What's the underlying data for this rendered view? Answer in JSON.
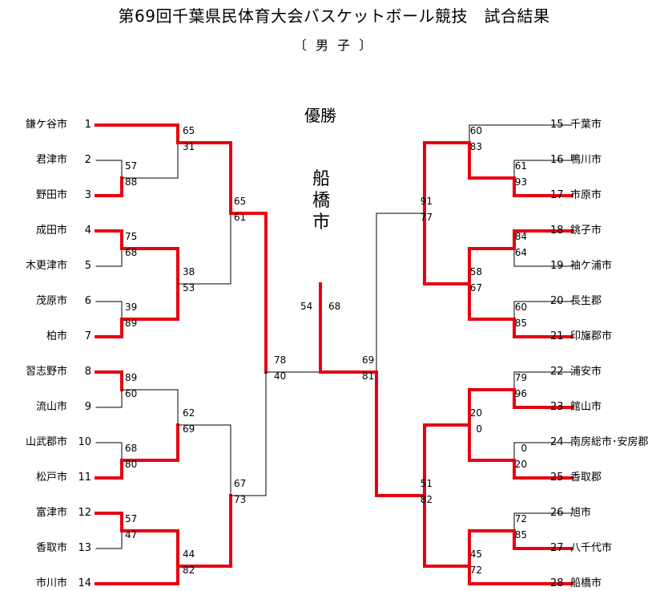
{
  "header": {
    "title": "第69回千葉県民体育大会バスケットボール競技　試合結果",
    "subtitle": "〔 男 子 〕"
  },
  "champion": {
    "label": "優勝",
    "name": "船\n橋\n市"
  },
  "teams_left": [
    {
      "seed": "1",
      "name": "鎌ケ谷市"
    },
    {
      "seed": "2",
      "name": "君津市"
    },
    {
      "seed": "3",
      "name": "野田市"
    },
    {
      "seed": "4",
      "name": "成田市"
    },
    {
      "seed": "5",
      "name": "木更津市"
    },
    {
      "seed": "6",
      "name": "茂原市"
    },
    {
      "seed": "7",
      "name": "柏市"
    },
    {
      "seed": "8",
      "name": "習志野市"
    },
    {
      "seed": "9",
      "name": "流山市"
    },
    {
      "seed": "10",
      "name": "山武郡市"
    },
    {
      "seed": "11",
      "name": "松戸市"
    },
    {
      "seed": "12",
      "name": "富津市"
    },
    {
      "seed": "13",
      "name": "香取市"
    },
    {
      "seed": "14",
      "name": "市川市"
    }
  ],
  "teams_right": [
    {
      "seed": "15",
      "name": "千葉市"
    },
    {
      "seed": "16",
      "name": "鴨川市"
    },
    {
      "seed": "17",
      "name": "市原市"
    },
    {
      "seed": "18",
      "name": "銚子市"
    },
    {
      "seed": "19",
      "name": "袖ケ浦市"
    },
    {
      "seed": "20",
      "name": "長生郡"
    },
    {
      "seed": "21",
      "name": "印旛郡市"
    },
    {
      "seed": "22",
      "name": "浦安市"
    },
    {
      "seed": "23",
      "name": "館山市"
    },
    {
      "seed": "24",
      "name": "南房総市･安房郡"
    },
    {
      "seed": "25",
      "name": "香取郡"
    },
    {
      "seed": "26",
      "name": "旭市"
    },
    {
      "seed": "27",
      "name": "八千代市"
    },
    {
      "seed": "28",
      "name": "船橋市"
    }
  ],
  "scores": {
    "l_2_3_top": "57",
    "l_2_3_bot": "88",
    "l_4_5_top": "75",
    "l_4_5_bot": "68",
    "l_6_7_top": "39",
    "l_6_7_bot": "89",
    "l_8_9_top": "89",
    "l_8_9_bot": "60",
    "l_10_11_top": "68",
    "l_10_11_bot": "80",
    "l_12_13_top": "57",
    "l_12_13_bot": "47",
    "l_r2a_top": "65",
    "l_r2a_bot": "31",
    "l_r2b_top": "38",
    "l_r2b_bot": "53",
    "l_r2c_top": "62",
    "l_r2c_bot": "69",
    "l_r2d_top": "44",
    "l_r2d_bot": "82",
    "l_r3a_top": "65",
    "l_r3a_bot": "61",
    "l_r3b_top": "67",
    "l_r3b_bot": "73",
    "l_semi_top": "78",
    "l_semi_bot": "40",
    "final_left": "54",
    "final_right": "68",
    "r_semi_top": "69",
    "r_semi_bot": "81",
    "r_r3a_top": "91",
    "r_r3a_bot": "77",
    "r_r3b_top": "51",
    "r_r3b_bot": "82",
    "r_r2a_top": "60",
    "r_r2a_bot": "83",
    "r_r2b_top": "58",
    "r_r2b_bot": "67",
    "r_r2c_top": "20",
    "r_r2c_bot": "0",
    "r_r2d_top": "45",
    "r_r2d_bot": "72",
    "r_16_17_top": "61",
    "r_16_17_bot": "93",
    "r_18_19_top": "84",
    "r_18_19_bot": "64",
    "r_20_21_top": "60",
    "r_20_21_bot": "85",
    "r_22_23_top": "79",
    "r_22_23_bot": "96",
    "r_24_25_top": "0",
    "r_24_25_bot": "20",
    "r_26_27_top": "72",
    "r_26_27_bot": "85"
  },
  "colors": {
    "winner_line": "#e60012",
    "loser_line": "#000000"
  }
}
